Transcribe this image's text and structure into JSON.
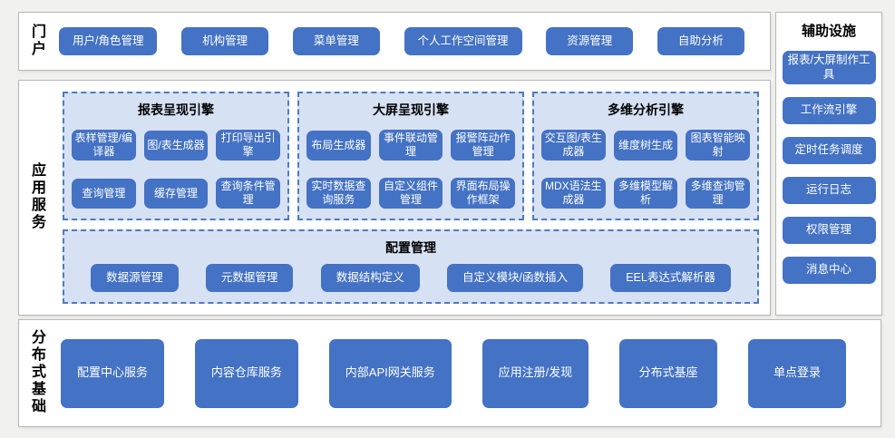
{
  "portal": {
    "label": "门户",
    "items": [
      "用户/角色管理",
      "机构管理",
      "菜单管理",
      "个人工作空间管理",
      "资源管理",
      "自助分析"
    ]
  },
  "app": {
    "label": "应用服务",
    "engines": [
      {
        "title": "报表呈现引擎",
        "cells": [
          "表样管理/编译器",
          "图/表生成器",
          "打印导出引擎",
          "查询管理",
          "缓存管理",
          "查询条件管理"
        ]
      },
      {
        "title": "大屏呈现引擎",
        "cells": [
          "布局生成器",
          "事件联动管理",
          "报警阵动作管理",
          "实时数据查询服务",
          "自定义组件管理",
          "界面布局操作框架"
        ]
      },
      {
        "title": "多维分析引擎",
        "cells": [
          "交互图/表生成器",
          "维度树生成",
          "图表智能映射",
          "MDX语法生成器",
          "多维模型解析",
          "多维查询管理"
        ]
      }
    ],
    "config": {
      "title": "配置管理",
      "items": [
        "数据源管理",
        "元数据管理",
        "数据结构定义",
        "自定义模块/函数插入",
        "EEL表达式解析器"
      ]
    }
  },
  "distributed": {
    "label": "分布式基础",
    "items": [
      "配置中心服务",
      "内容仓库服务",
      "内部API网关服务",
      "应用注册/发现",
      "分布式基座",
      "单点登录"
    ]
  },
  "auxiliary": {
    "title": "辅助设施",
    "items": [
      "报表/大屏制作工具",
      "工作流引擎",
      "定时任务调度",
      "运行日志",
      "权限管理",
      "消息中心"
    ]
  },
  "colors": {
    "button_blue": "#4472C4",
    "panel_light_blue": "#D7E1F4",
    "panel_dashed_border": "#4D7AC5",
    "section_border": "#B8B8B8",
    "page_background": "#F1F1EF"
  }
}
